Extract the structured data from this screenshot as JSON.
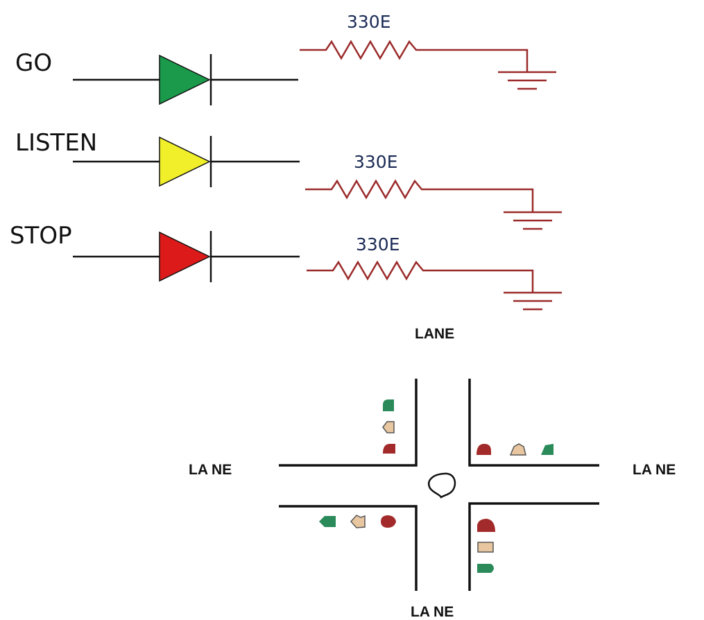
{
  "circuits": [
    {
      "label": "GO",
      "resistor": "330E",
      "color": "#1a9a4a"
    },
    {
      "label": "LISTEN",
      "resistor": "330E",
      "color": "#f0ef2a"
    },
    {
      "label": "STOP",
      "resistor": "330E",
      "color": "#dd1a1a"
    }
  ],
  "intersection": {
    "lane_labels": {
      "top": "LANE",
      "left": "LA NE",
      "right": "LA NE",
      "bottom": "LA NE"
    },
    "light_colors": {
      "red": "#a32a2a",
      "amber": "#e8c6a0",
      "green": "#2a8a5a"
    }
  }
}
